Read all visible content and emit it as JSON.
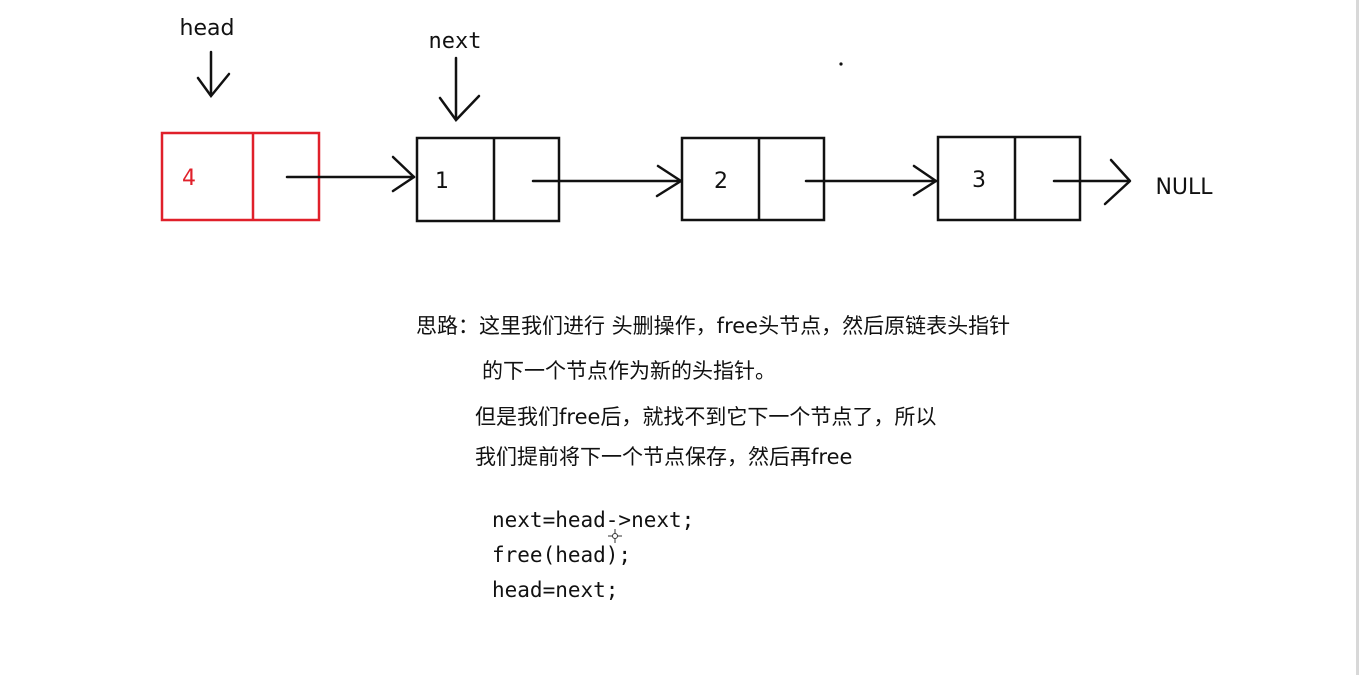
{
  "pointers": {
    "head": "head",
    "next": "next"
  },
  "nodes": [
    {
      "value": "4",
      "color": "#e0202a"
    },
    {
      "value": "1",
      "color": "#111111"
    },
    {
      "value": "2",
      "color": "#111111"
    },
    {
      "value": "3",
      "color": "#111111"
    }
  ],
  "terminal": "NULL",
  "notes": [
    "思路：这里我们进行 头删操作，free头节点，然后原链表头指针",
    "的下一个节点作为新的头指针。",
    "但是我们free后，就找不到它下一个节点了，所以",
    "我们提前将下一个节点保存，然后再free"
  ],
  "code": [
    "next=head->next;",
    "free(head);",
    "head=next;"
  ]
}
